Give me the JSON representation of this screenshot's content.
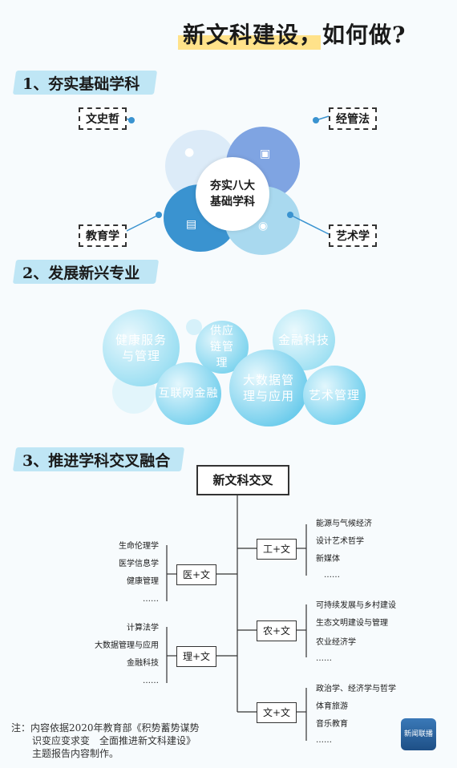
{
  "title": "新文科建设，如何做?",
  "sections": {
    "s1": "1、夯实基础学科",
    "s2": "2、发展新兴专业",
    "s3": "3、推进学科交叉融合"
  },
  "foundation": {
    "center_line1": "夯实八大",
    "center_line2": "基础学科",
    "tags": [
      "文史哲",
      "经管法",
      "教育学",
      "艺术学"
    ]
  },
  "emerging": [
    "健康服务与管理",
    "供应链管理",
    "金融科技",
    "互联网金融",
    "大数据管理与应用",
    "艺术管理"
  ],
  "cross": {
    "main": "新文科交叉",
    "med": {
      "label": "医+文",
      "items": [
        "生命伦理学",
        "医学信息学",
        "健康管理",
        "……"
      ]
    },
    "sci": {
      "label": "理+文",
      "items": [
        "计算法学",
        "大数据管理与应用",
        "金融科技",
        "……"
      ]
    },
    "eng": {
      "label": "工+文",
      "items": [
        "能源与气候经济",
        "设计艺术哲学",
        "新媒体",
        "……"
      ]
    },
    "agr": {
      "label": "农+文",
      "items": [
        "可持续发展与乡村建设",
        "生态文明建设与管理",
        "农业经济学",
        "……"
      ]
    },
    "lib": {
      "label": "文+文",
      "items": [
        "政治学、经济学与哲学",
        "体育旅游",
        "音乐教育",
        "……"
      ]
    }
  },
  "note": {
    "line1": "注：内容依据2020年教育部《积势蓄势谋势",
    "line2": "识变应变求变　全面推进新文科建设》",
    "line3": "主题报告内容制作。"
  },
  "logo": "新闻联播",
  "colors": {
    "accent": "#bfe6f5",
    "highlight": "#ffe28a",
    "petal_dark": "#3a93d0",
    "petal_mid": "#7fa9e6"
  }
}
